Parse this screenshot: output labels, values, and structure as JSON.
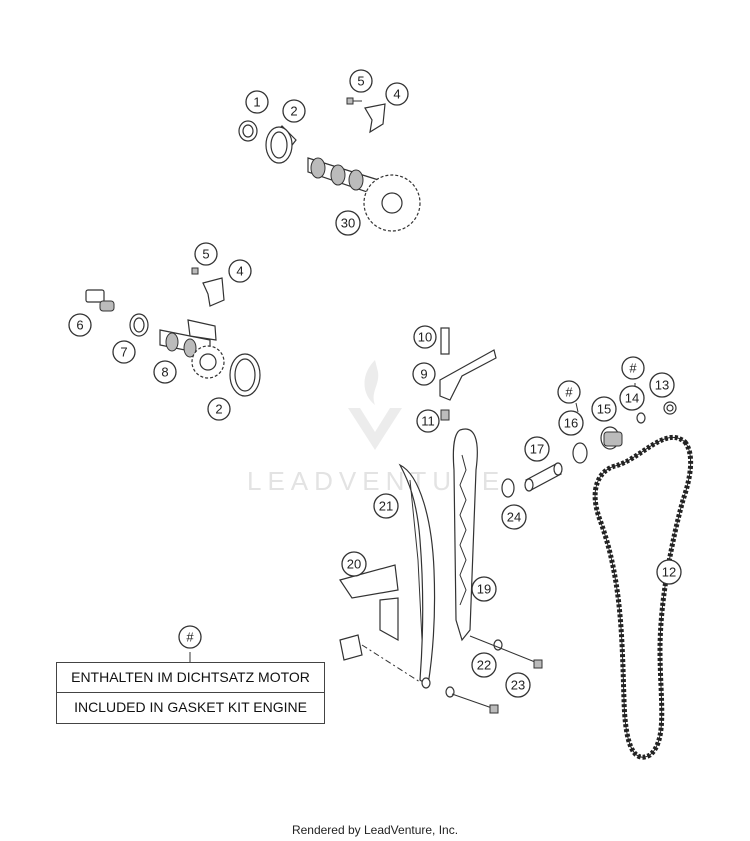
{
  "watermark": "LEADVENTURE",
  "callouts": [
    {
      "id": "c1",
      "label": "1"
    },
    {
      "id": "c2a",
      "label": "2"
    },
    {
      "id": "c5a",
      "label": "5"
    },
    {
      "id": "c4a",
      "label": "4"
    },
    {
      "id": "c30",
      "label": "30"
    },
    {
      "id": "c5b",
      "label": "5"
    },
    {
      "id": "c4b",
      "label": "4"
    },
    {
      "id": "c6",
      "label": "6"
    },
    {
      "id": "c7",
      "label": "7"
    },
    {
      "id": "c8",
      "label": "8"
    },
    {
      "id": "c2b",
      "label": "2"
    },
    {
      "id": "c10",
      "label": "10"
    },
    {
      "id": "c9",
      "label": "9"
    },
    {
      "id": "c11",
      "label": "11"
    },
    {
      "id": "c21",
      "label": "21"
    },
    {
      "id": "c20",
      "label": "20"
    },
    {
      "id": "c19",
      "label": "19"
    },
    {
      "id": "c22",
      "label": "22"
    },
    {
      "id": "c23",
      "label": "23"
    },
    {
      "id": "c17",
      "label": "17"
    },
    {
      "id": "c24",
      "label": "24"
    },
    {
      "id": "c16h",
      "label": "#"
    },
    {
      "id": "c16",
      "label": "16"
    },
    {
      "id": "c14h",
      "label": "#"
    },
    {
      "id": "c14",
      "label": "14"
    },
    {
      "id": "c15",
      "label": "15"
    },
    {
      "id": "c13",
      "label": "13"
    },
    {
      "id": "c12",
      "label": "12"
    },
    {
      "id": "clegend",
      "label": "#"
    }
  ],
  "legend": {
    "line1": "ENTHALTEN IM DICHTSATZ MOTOR",
    "line2": "INCLUDED IN GASKET KIT ENGINE"
  },
  "footer": "Rendered by LeadVenture, Inc."
}
